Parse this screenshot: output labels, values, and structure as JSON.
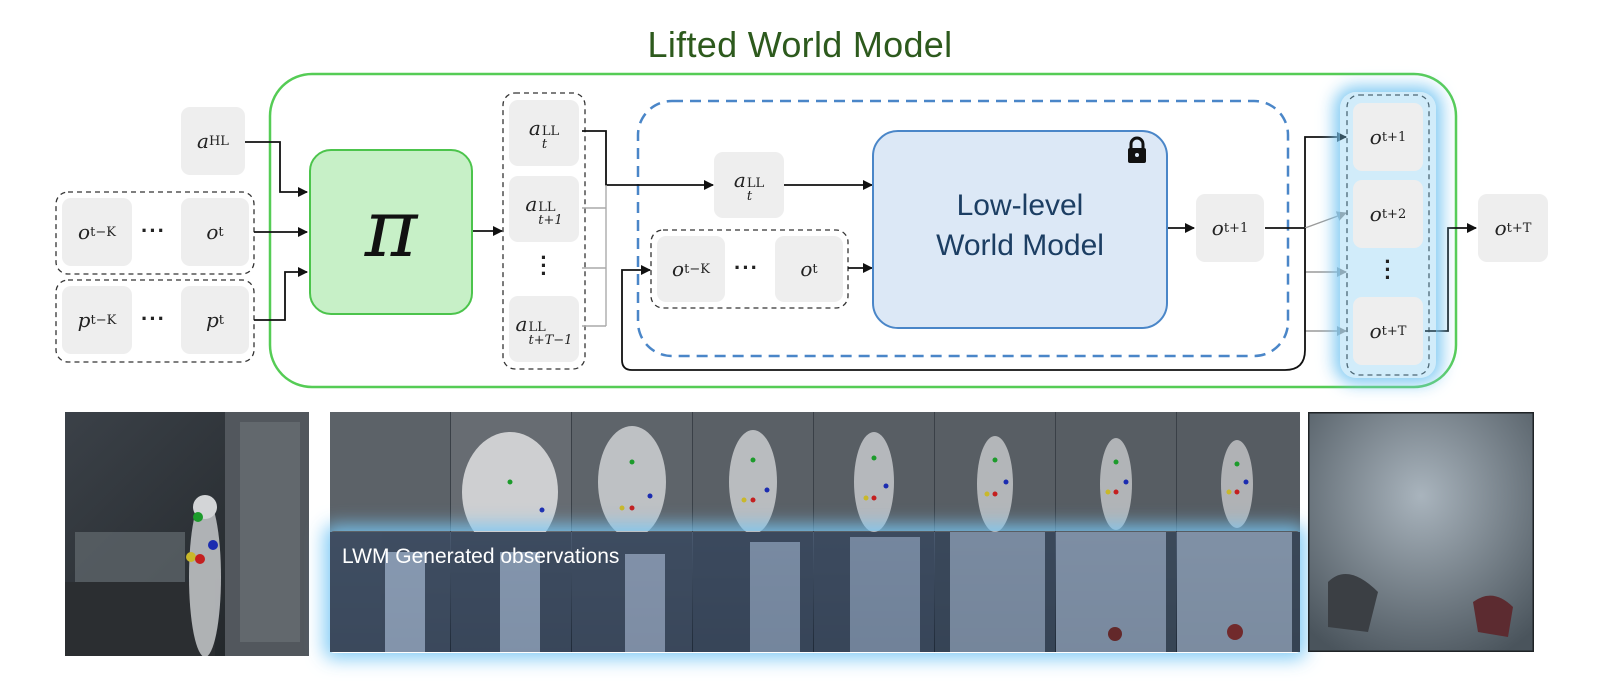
{
  "title": "Lifted World Model",
  "policy_symbol": "π",
  "world_model": {
    "line1": "Low-level",
    "line2": "World Model",
    "lock_icon": "lock-icon"
  },
  "inputs": {
    "action_hl": {
      "base": "a",
      "sup": "HL"
    },
    "obs_first": {
      "base": "o",
      "sub": "t−K"
    },
    "obs_last": {
      "base": "o",
      "sub": "t"
    },
    "prop_first": {
      "base": "p",
      "sub": "t−K"
    },
    "prop_last": {
      "base": "p",
      "sub": "t"
    },
    "ellipsis": "···"
  },
  "low_level_actions": [
    {
      "base": "a",
      "sup": "LL",
      "sub": "t"
    },
    {
      "base": "a",
      "sup": "LL",
      "sub": "t+1"
    },
    {
      "base": "a",
      "sup": "LL",
      "sub": "t+T−1"
    }
  ],
  "wm_inputs": {
    "action": {
      "base": "a",
      "sup": "LL",
      "sub": "t"
    },
    "obs_first": {
      "base": "o",
      "sub": "t−K"
    },
    "obs_last": {
      "base": "o",
      "sub": "t"
    },
    "ellipsis": "···"
  },
  "wm_output": {
    "base": "o",
    "sub": "t+1"
  },
  "predicted_observations": [
    {
      "base": "o",
      "sub": "t+1"
    },
    {
      "base": "o",
      "sub": "t+2"
    },
    {
      "base": "o",
      "sub": "t+T"
    }
  ],
  "final_output": {
    "base": "o",
    "sub": "t+T"
  },
  "caption": "LWM Generated observations",
  "colors": {
    "title": "#2d5a1d",
    "policy_fill": "#c7f0c7",
    "policy_border": "#4cc44c",
    "wm_fill": "#dce8f6",
    "wm_border": "#4a86c8",
    "dashed_blue": "#4a86c8",
    "glow": "#7cc8f2"
  }
}
